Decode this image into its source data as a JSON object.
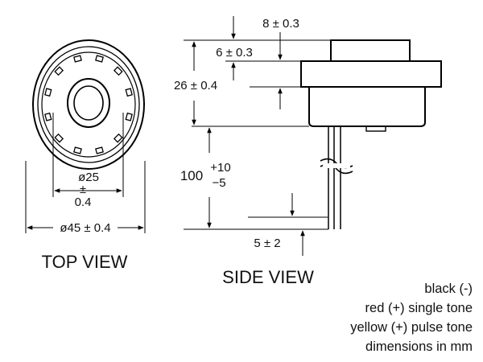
{
  "top_view": {
    "title": "TOP VIEW",
    "inner_diameter": {
      "prefix": "ø25",
      "pm": "±",
      "tol": "0.4"
    },
    "outer_diameter": "ø45 ± 0.4"
  },
  "side_view": {
    "title": "SIDE VIEW",
    "dim_top": "8 ± 0.3",
    "dim_shoulder": "6 ± 0.3",
    "dim_height": "26 ± 0.4",
    "lead_length": {
      "base": "100",
      "plus": "+10",
      "minus": "−5"
    },
    "lead_spacing": "5 ± 2"
  },
  "legend": [
    "black (-)",
    "red (+) single tone",
    "yellow (+) pulse tone",
    "dimensions in mm"
  ]
}
